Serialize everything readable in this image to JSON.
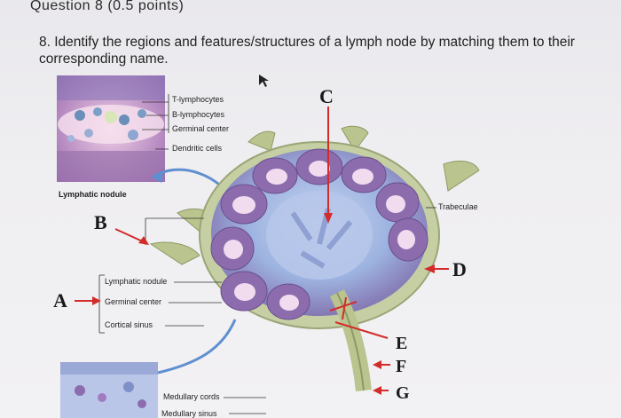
{
  "question": {
    "header": "Question 8 (0.5 points)",
    "text": "8. Identify the regions and features/structures of a lymph node by matching them to their corresponding name."
  },
  "diagram": {
    "inset_labels": [
      "T-lymphocytes",
      "B-lymphocytes",
      "Germinal center",
      "Dendritic cells"
    ],
    "inset_caption": "Lymphatic nodule",
    "left_labels": [
      "Lymphatic nodule",
      "Germinal center",
      "Cortical sinus"
    ],
    "trabeculae": "Trabeculae",
    "bottom_labels": [
      "Medullary cords",
      "Medullary sinus"
    ],
    "letters": {
      "A": "A",
      "B": "B",
      "C": "C",
      "D": "D",
      "E": "E",
      "F": "F",
      "G": "G"
    },
    "colors": {
      "arrow_red": "#d42b2b",
      "capsule_green": "#bcc79a",
      "cortex_purple": "#8a6aa8",
      "nodule_pink": "#e7cde6",
      "medulla_blue": "#b9c6e8",
      "pointer_blue": "#5f8fd0"
    }
  }
}
